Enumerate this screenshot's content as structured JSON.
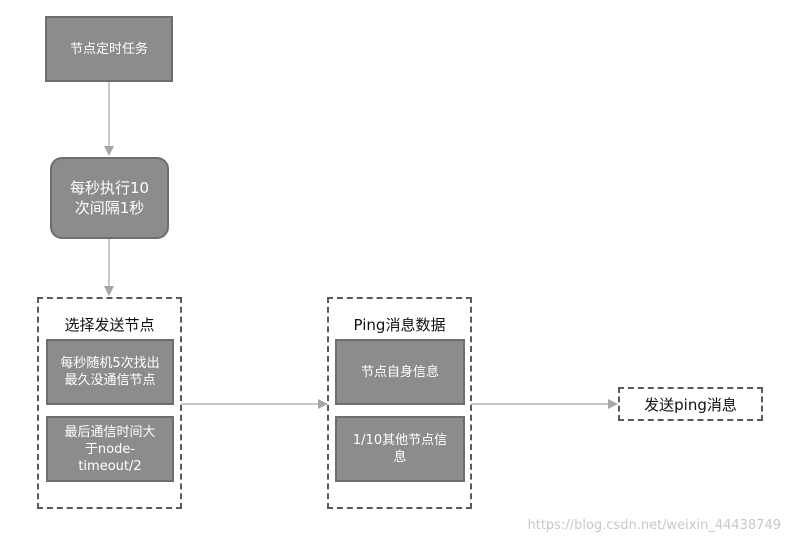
{
  "nodes": {
    "timer_task": "节点定时任务",
    "exec_loop": "每秒执行10\n次间隔1秒",
    "select_group_title": "选择发送节点",
    "select_random": "每秒随机5次找出\n最久没通信节点",
    "select_timeout": "最后通信时间大\n于node-\ntimeout/2",
    "ping_group_title": "Ping消息数据",
    "ping_self": "节点自身信息",
    "ping_others": "1/10其他节点信\n息",
    "send_ping": "发送ping消息"
  },
  "watermark": "https://blog.csdn.net/weixin_44438749",
  "colors": {
    "box_fill": "#8c8c8c",
    "box_border": "#6e6e6e",
    "arrow": "#a6a6a6",
    "dashed_border": "#5a5a5a"
  }
}
